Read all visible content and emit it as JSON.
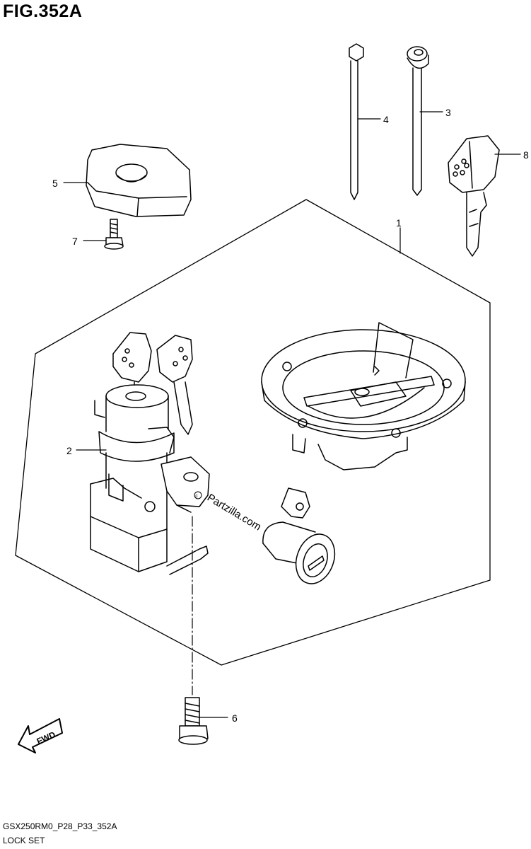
{
  "figure": {
    "title": "FIG.352A",
    "code": "GSX250RM0_P28_P33_352A",
    "name": "LOCK SET",
    "watermark": "Partzilla.com",
    "fwd_label": "FWD"
  },
  "callouts": [
    {
      "id": "1",
      "label": "1"
    },
    {
      "id": "2",
      "label": "2"
    },
    {
      "id": "3",
      "label": "3"
    },
    {
      "id": "4",
      "label": "4"
    },
    {
      "id": "5",
      "label": "5"
    },
    {
      "id": "6",
      "label": "6"
    },
    {
      "id": "7",
      "label": "7"
    },
    {
      "id": "8",
      "label": "8"
    }
  ]
}
